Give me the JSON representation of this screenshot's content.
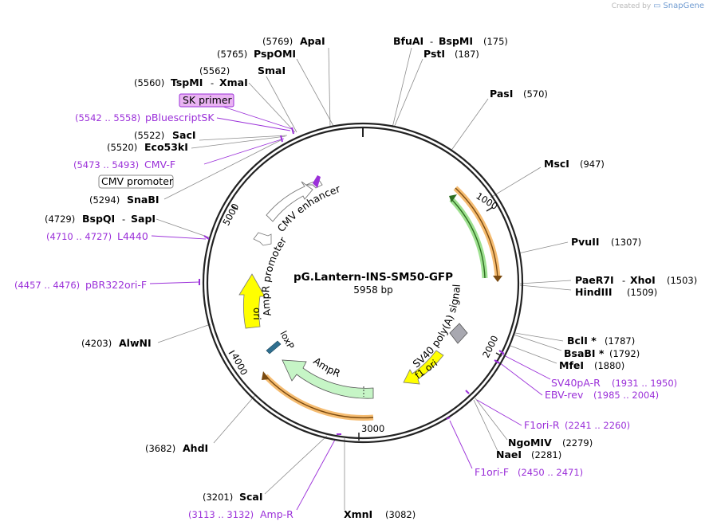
{
  "watermark": {
    "prefix": "Created by",
    "brand": "SnapGene"
  },
  "plasmid": {
    "name": "pG.Lantern-INS-SM50-GFP",
    "length_label": "5958 bp"
  },
  "ticks": {
    "t1000": "1000",
    "t2000": "2000",
    "t3000": "3000",
    "t4000": "4000",
    "t5000": "5000"
  },
  "sites": {
    "apai": {
      "pos": "(5769)",
      "name": "ApaI"
    },
    "pspomi": {
      "pos": "(5765)",
      "name": "PspOMI"
    },
    "smai": {
      "pos": "(5562)",
      "name": "SmaI"
    },
    "tspmi": {
      "pos": "(5560)",
      "name": "TspMI",
      "sep": "-",
      "name2": "XmaI"
    },
    "saci": {
      "pos": "(5522)",
      "name": "SacI"
    },
    "eco53ki": {
      "pos": "(5520)",
      "name": "Eco53kI"
    },
    "snabi": {
      "pos": "(5294)",
      "name": "SnaBI"
    },
    "bspqi": {
      "pos": "(4729)",
      "name": "BspQI",
      "sep": "-",
      "name2": "SapI"
    },
    "alwni": {
      "pos": "(4203)",
      "name": "AlwNI"
    },
    "ahdi": {
      "pos": "(3682)",
      "name": "AhdI"
    },
    "scai": {
      "pos": "(3201)",
      "name": "ScaI"
    },
    "xmni": {
      "pos": "(3082)",
      "name": "XmnI"
    },
    "bfuai": {
      "name": "BfuAI",
      "sep": "-",
      "name2": "BspMI",
      "pos": "(175)"
    },
    "psti": {
      "name": "PstI",
      "pos": "(187)"
    },
    "pasi": {
      "name": "PasI",
      "pos": "(570)"
    },
    "msci": {
      "name": "MscI",
      "pos": "(947)"
    },
    "pvuii": {
      "name": "PvuII",
      "pos": "(1307)"
    },
    "paer7i": {
      "name": "PaeR7I",
      "sep": "-",
      "name2": "XhoI",
      "pos": "(1503)"
    },
    "hindiii": {
      "name": "HindIII",
      "pos": "(1509)"
    },
    "bcli": {
      "name": "BclI *",
      "pos": "(1787)"
    },
    "bsabi": {
      "name": "BsaBI *",
      "pos": "(1792)"
    },
    "mfei": {
      "name": "MfeI",
      "pos": "(1880)"
    },
    "ngomiv": {
      "name": "NgoMIV",
      "pos": "(2279)"
    },
    "naei": {
      "name": "NaeI",
      "pos": "(2281)"
    }
  },
  "primers": {
    "sk": {
      "name": "SK primer"
    },
    "pbluescriptsk": {
      "range": "(5542 .. 5558)",
      "name": "pBluescriptSK"
    },
    "cmvf": {
      "range": "(5473 .. 5493)",
      "name": "CMV-F"
    },
    "l4440": {
      "range": "(4710 .. 4727)",
      "name": "L4440"
    },
    "pbr322ori": {
      "range": "(4457 .. 4476)",
      "name": "pBR322ori-F"
    },
    "ampr": {
      "range": "(3113 .. 3132)",
      "name": "Amp-R"
    },
    "sv40par": {
      "name": "SV40pA-R",
      "range": "(1931 .. 1950)"
    },
    "ebvrev": {
      "name": "EBV-rev",
      "range": "(1985 .. 2004)"
    },
    "f1orir": {
      "name": "F1ori-R",
      "range": "(2241 .. 2260)"
    },
    "f1orif": {
      "name": "F1ori-F",
      "range": "(2450 .. 2471)"
    }
  },
  "features": {
    "cmv_promoter": "CMV promoter",
    "cmv_enhancer": "CMV enhancer",
    "ampr_promoter": "AmpR promoter",
    "ori": "ori",
    "loxp": "loxP",
    "ampr": "AmpR",
    "sv40": "SV40 poly(A) signal",
    "f1ori": "f1 ori"
  },
  "colors": {
    "backbone": "#222222",
    "primer": "#9b30d9",
    "ori": "#ffff00",
    "ampr": "#c6f5c6",
    "orange_hl": "#f2a541",
    "green_hl": "#42b23a",
    "cmv": "#ffffff",
    "sk_box": "#e9b3f2",
    "sv40": "#a8a8b0",
    "loxp": "#2f6f8f"
  }
}
